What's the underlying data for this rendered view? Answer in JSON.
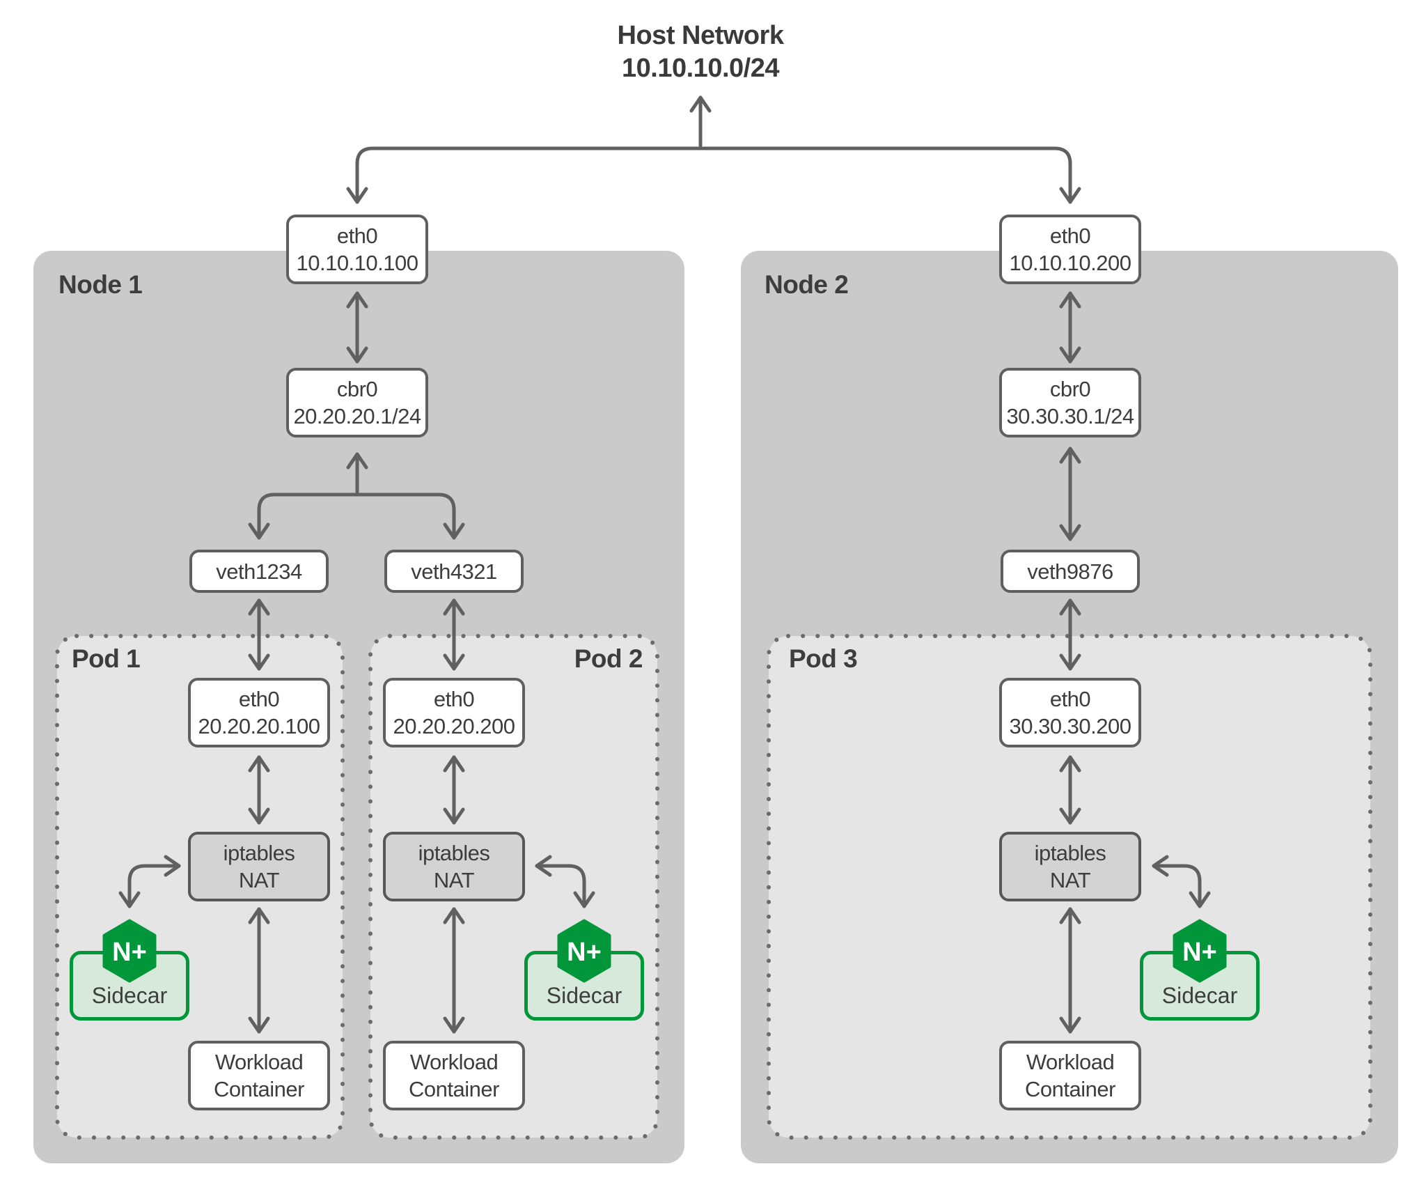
{
  "host_network": {
    "title": "Host Network",
    "cidr": "10.10.10.0/24"
  },
  "colors": {
    "accent_green": "#009639",
    "sidecar_fill": "#d6e9da",
    "node_bg": "#cacaca",
    "pod_bg": "#e5e5e5",
    "nat_fill": "#d3d3d3",
    "line_gray": "#606060",
    "text_dark": "#3d3d3d"
  },
  "nodes": [
    {
      "label": "Node 1",
      "eth0": [
        "eth0",
        "10.10.10.100"
      ],
      "bridge": [
        "cbr0",
        "20.20.20.1/24"
      ],
      "veths": [
        "veth1234",
        "veth4321"
      ]
    },
    {
      "label": "Node 2",
      "eth0": [
        "eth0",
        "10.10.10.200"
      ],
      "bridge": [
        "cbr0",
        "30.30.30.1/24"
      ],
      "veths": [
        "veth9876"
      ]
    }
  ],
  "pods": [
    {
      "label": "Pod 1",
      "eth0": [
        "eth0",
        "20.20.20.100"
      ],
      "nat": [
        "iptables",
        "NAT"
      ],
      "badge": "N+",
      "sidecar": "Sidecar",
      "workload": [
        "Workload",
        "Container"
      ]
    },
    {
      "label": "Pod 2",
      "eth0": [
        "eth0",
        "20.20.20.200"
      ],
      "nat": [
        "iptables",
        "NAT"
      ],
      "badge": "N+",
      "sidecar": "Sidecar",
      "workload": [
        "Workload",
        "Container"
      ]
    },
    {
      "label": "Pod 3",
      "eth0": [
        "eth0",
        "30.30.30.200"
      ],
      "nat": [
        "iptables",
        "NAT"
      ],
      "badge": "N+",
      "sidecar": "Sidecar",
      "workload": [
        "Workload",
        "Container"
      ]
    }
  ]
}
